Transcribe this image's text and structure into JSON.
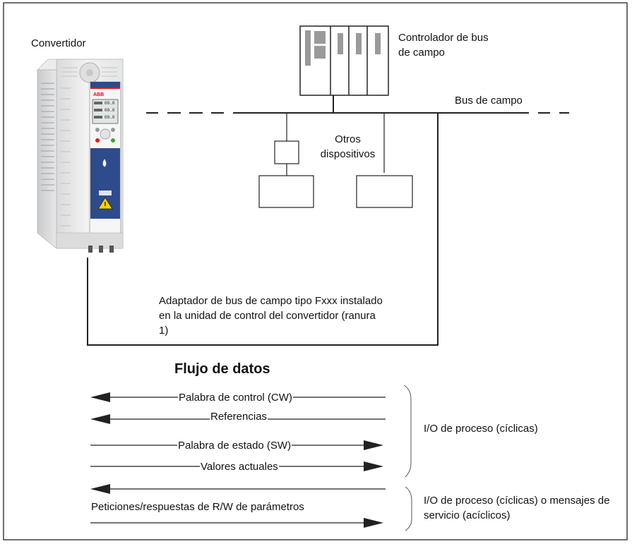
{
  "labels": {
    "converter": "Convertidor",
    "controller": "Controlador de bus de campo",
    "fieldbus": "Bus de campo",
    "other_devices": "Otros dispositivos",
    "adapter": "Adaptador de bus de campo tipo Fxxx instalado en la unidad de control del convertidor (ranura 1)",
    "data_flow_title": "Flujo de datos",
    "process_io": "I/O de proceso (cíclicas)",
    "process_io_or_service": "I/O de proceso (cíclicas) o mensajes de servicio (acíclicos)"
  },
  "flows": [
    {
      "label": "Palabra de control (CW)",
      "direction": "left"
    },
    {
      "label": "Referencias",
      "direction": "left"
    },
    {
      "label": "Palabra de estado (SW)",
      "direction": "right"
    },
    {
      "label": "Valores actuales",
      "direction": "right"
    }
  ],
  "param_flow": {
    "label": "Peticiones/respuestas de R/W de parámetros",
    "directions": [
      "left",
      "right"
    ]
  },
  "drive_panel_readouts": [
    "00.0",
    "00.0",
    "00.0"
  ],
  "drive_brand": "ABB"
}
